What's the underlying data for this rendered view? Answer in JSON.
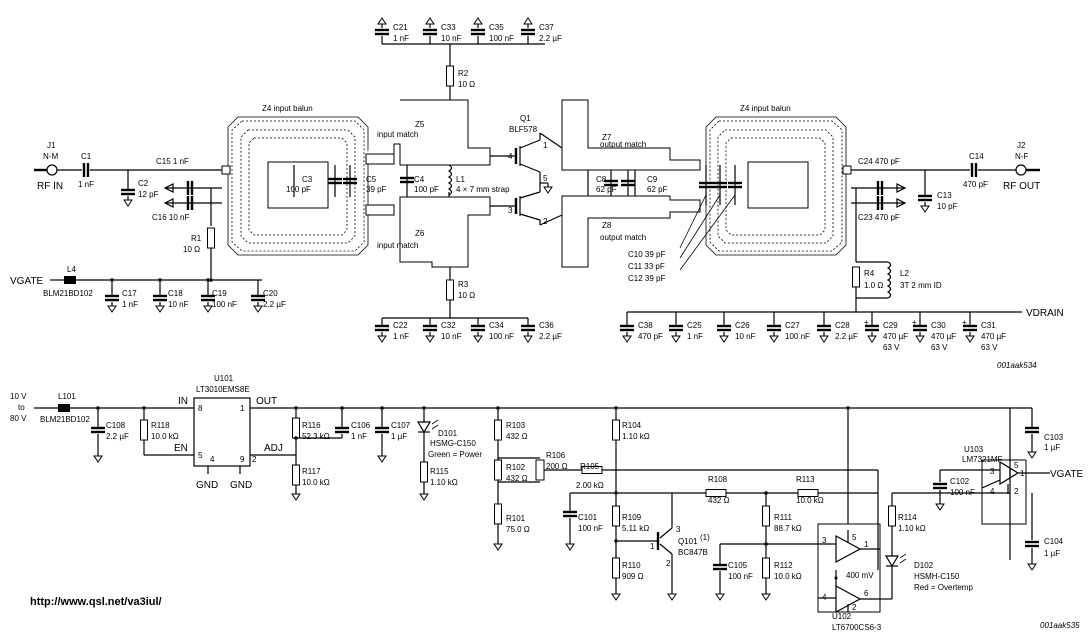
{
  "top": {
    "c21": "C21",
    "c21v": "1 nF",
    "c33": "C33",
    "c33v": "10 nF",
    "c35": "C35",
    "c35v": "100 nF",
    "c37": "C37",
    "c37v": "2.2 µF",
    "r2": "R2",
    "r2v": "10 Ω",
    "z4a": "Z4 input balun",
    "z4b": "Z4 input balun",
    "z5": "Z5",
    "z5b": "input match",
    "q1": "Q1",
    "q1v": "BLF578",
    "z7": "Z7",
    "z7b": "output match",
    "j1": "J1",
    "j1b": "N-M",
    "c1": "C1",
    "c1v": "1 nF",
    "rfin": "RF IN",
    "c15": "C15 1 nF",
    "c2": "C2",
    "c2v": "12 pF",
    "c16": "C16 10 nF",
    "c3": "C3",
    "c3v": "100 pF",
    "c5": "C5",
    "c5v": "39 pF",
    "c4": "C4",
    "c4v": "100 pF",
    "l1": "L1",
    "l1v": "4 × 7 mm strap",
    "p4": "4",
    "p5": "5",
    "p3": "3",
    "p1": "1",
    "p2": "2",
    "c8": "C8",
    "c8v": "62 pF",
    "c9": "C9",
    "c9v": "62 pF",
    "c24": "C24 470 pF",
    "c14": "C14",
    "c14v": "470 pF",
    "j2": "J2",
    "j2b": "N-F",
    "rfout": "RF OUT",
    "c13": "C13",
    "c13v": "10 pF",
    "c23": "C23 470 pF",
    "r1": "R1",
    "r1v": "10 Ω",
    "z6": "Z6",
    "z6b": "input match",
    "z8": "Z8",
    "z8b": "output match",
    "c10": "C10 39 pF",
    "c11": "C11 33 pF",
    "c12": "C12 39 pF",
    "vgate": "VGATE",
    "l4": "L4",
    "l4v": "BLM21BD102",
    "c17": "C17",
    "c17v": "1 nF",
    "c18": "C18",
    "c18v": "10 nF",
    "c19": "C19",
    "c19v": "100 nF",
    "c20": "C20",
    "c20v": "2.2 µF",
    "r3": "R3",
    "r3v": "10 Ω",
    "r4": "R4",
    "r4v": "1.0 Ω",
    "l2": "L2",
    "l2v": "3T 2 mm ID",
    "vdrain": "VDRAIN",
    "c22": "C22",
    "c22v": "1 nF",
    "c32": "C32",
    "c32v": "10 nF",
    "c34": "C34",
    "c34v": "100 nF",
    "c36": "C36",
    "c36v": "2.2 µF",
    "c38": "C38",
    "c38v": "470 pF",
    "c25": "C25",
    "c25v": "1 nF",
    "c26": "C26",
    "c26v": "10 nF",
    "c27": "C27",
    "c27v": "100 nF",
    "c28": "C28",
    "c28v": "2.2 µF",
    "c29": "C29",
    "c29v": "470 µF",
    "c29w": "63 V",
    "c30": "C30",
    "c30v": "470 µF",
    "c30w": "63 V",
    "c31": "C31",
    "c31v": "470 µF",
    "c31w": "63 V",
    "id": "001aak534"
  },
  "bottom": {
    "vin1": "10 V",
    "vin2": "to",
    "vin3": "80 V",
    "l101": "L101",
    "l101v": "BLM21BD102",
    "u101": "U101",
    "u101v": "LT3010EMS8E",
    "in": "IN",
    "out": "OUT",
    "en": "EN",
    "adj": "ADJ",
    "gnd1": "GND",
    "gnd2": "GND",
    "p8": "8",
    "p1": "1",
    "p5": "5",
    "p4": "4",
    "p9": "9",
    "p2": "2",
    "c108": "C108",
    "c108v": "2.2 µF",
    "r118": "R118",
    "r118v": "10.0 kΩ",
    "r116": "R116",
    "r116v": "52.3 kΩ",
    "c106": "C106",
    "c106v": "1 nF",
    "c107": "C107",
    "c107v": "1 µF",
    "r117": "R117",
    "r117v": "10.0 kΩ",
    "d101": "D101",
    "d101v": "HSMG-C150",
    "d101w": "Green = Power",
    "r115": "R115",
    "r115v": "1.10 kΩ",
    "r103": "R103",
    "r103v": "432 Ω",
    "r102": "R102",
    "r102v": "432 Ω",
    "r101": "R101",
    "r101v": "75.0 Ω",
    "r106": "R106",
    "r106v": "200 Ω",
    "r105": "R105",
    "r105v": "2.00 kΩ",
    "r104": "R104",
    "r104v": "1.10 kΩ",
    "c101": "C101",
    "c101v": "100 nF",
    "r109": "R109",
    "r109v": "5.11 kΩ",
    "r110": "R110",
    "r110v": "909 Ω",
    "q101": "Q101",
    "q101s": "(1)",
    "q101v": "BC847B",
    "q1": "1",
    "q2": "2",
    "q3": "3",
    "r108": "R108",
    "r108v": "432 Ω",
    "r113": "R113",
    "r113v": "10.0 kΩ",
    "r111": "R111",
    "r111v": "88.7 kΩ",
    "r112": "R112",
    "r112v": "10.0 kΩ",
    "c105": "C105",
    "c105v": "100 nF",
    "r114": "R114",
    "r114v": "1.10 kΩ",
    "u102": "U102",
    "u102v": "LT6700CS6-3",
    "mv": "400 mV",
    "d102": "D102",
    "d102v": "HSMH-C150",
    "d102w": "Red = Overtemp",
    "o3": "3",
    "o5": "5",
    "o1": "1",
    "o4": "4",
    "o6": "6",
    "o2": "2",
    "c103": "C103",
    "c103v": "1 µF",
    "u103": "U103",
    "u103v": "LM7321MF",
    "a3": "3",
    "a5": "5",
    "a4": "4",
    "a2": "2",
    "a1": "1",
    "vgate": "VGATE",
    "c102": "C102",
    "c102v": "100 nF",
    "c104": "C104",
    "c104v": "1 µF",
    "url": "http://www.qsl.net/va3iul/",
    "id": "001aak535"
  }
}
